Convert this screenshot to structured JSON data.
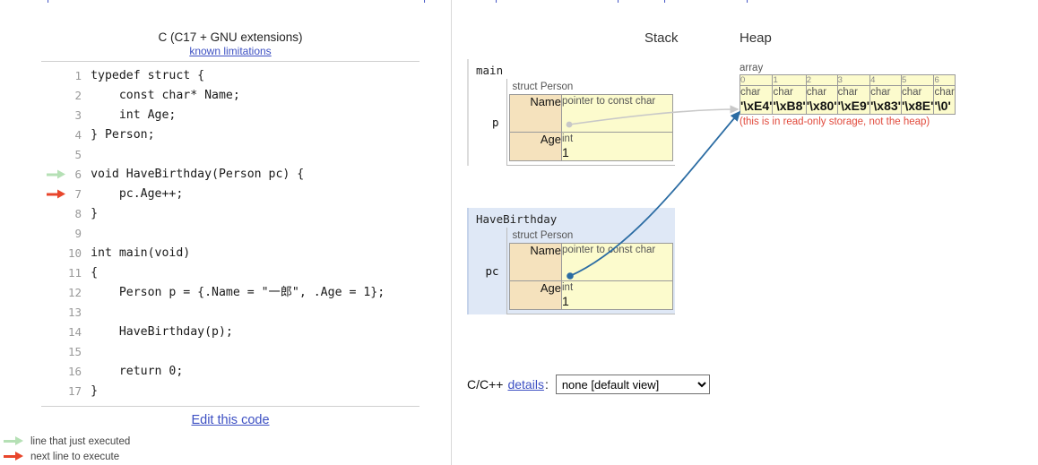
{
  "code_panel": {
    "language_title": "C (C17 + GNU extensions)",
    "known_limitations_link": "known limitations",
    "edit_link": "Edit this code",
    "lines": [
      {
        "n": "1",
        "text": "typedef struct {",
        "marker": "none"
      },
      {
        "n": "2",
        "text": "    const char* Name;",
        "marker": "none"
      },
      {
        "n": "3",
        "text": "    int Age;",
        "marker": "none"
      },
      {
        "n": "4",
        "text": "} Person;",
        "marker": "none"
      },
      {
        "n": "5",
        "text": "",
        "marker": "none"
      },
      {
        "n": "6",
        "text": "void HaveBirthday(Person pc) {",
        "marker": "green"
      },
      {
        "n": "7",
        "text": "    pc.Age++;",
        "marker": "red"
      },
      {
        "n": "8",
        "text": "}",
        "marker": "none"
      },
      {
        "n": "9",
        "text": "",
        "marker": "none"
      },
      {
        "n": "10",
        "text": "int main(void)",
        "marker": "none"
      },
      {
        "n": "11",
        "text": "{",
        "marker": "none"
      },
      {
        "n": "12",
        "text": "    Person p = {.Name = \"一郎\", .Age = 1};",
        "marker": "none"
      },
      {
        "n": "13",
        "text": "",
        "marker": "none"
      },
      {
        "n": "14",
        "text": "    HaveBirthday(p);",
        "marker": "none"
      },
      {
        "n": "15",
        "text": "",
        "marker": "none"
      },
      {
        "n": "16",
        "text": "    return 0;",
        "marker": "none"
      },
      {
        "n": "17",
        "text": "}",
        "marker": "none"
      }
    ],
    "legend": [
      {
        "marker": "green",
        "label": "line that just executed"
      },
      {
        "marker": "red",
        "label": "next line to execute"
      }
    ]
  },
  "viz": {
    "stack_label": "Stack",
    "heap_label": "Heap",
    "frames": [
      {
        "id": "main",
        "active": false,
        "vars": [
          {
            "name": "p",
            "struct_title": "struct Person",
            "fields": [
              {
                "name": "Name",
                "type": "pointer to const char",
                "value": ""
              },
              {
                "name": "Age",
                "type": "int",
                "value": "1"
              }
            ]
          }
        ]
      },
      {
        "id": "HaveBirthday",
        "active": true,
        "vars": [
          {
            "name": "pc",
            "struct_title": "struct Person",
            "fields": [
              {
                "name": "Name",
                "type": "pointer to const char",
                "value": ""
              },
              {
                "name": "Age",
                "type": "int",
                "value": "1"
              }
            ]
          }
        ]
      }
    ],
    "heap_objects": [
      {
        "name": "array",
        "note": "(this is in read-only storage, not the heap)",
        "elements": [
          {
            "index": "0",
            "type": "char",
            "value": "'\\xE4'"
          },
          {
            "index": "1",
            "type": "char",
            "value": "'\\xB8'"
          },
          {
            "index": "2",
            "type": "char",
            "value": "'\\x80'"
          },
          {
            "index": "3",
            "type": "char",
            "value": "'\\xE9'"
          },
          {
            "index": "4",
            "type": "char",
            "value": "'\\x83'"
          },
          {
            "index": "5",
            "type": "char",
            "value": "'\\x8E'"
          },
          {
            "index": "6",
            "type": "char",
            "value": "'\\0'"
          }
        ]
      }
    ],
    "details": {
      "prefix": "C/C++",
      "link": "details",
      "colon": ":",
      "selected_option": "none [default view]",
      "options": [
        "none [default view]"
      ]
    }
  },
  "colors": {
    "arrow_active": "#2b6ca3",
    "arrow_inactive": "#c8c8c8",
    "marker_green": "#b5e0b5",
    "marker_red": "#e8462c",
    "struct_field_bg": "#f5e2bd",
    "struct_value_bg": "#fcfbcd",
    "active_frame_bg": "#dfe8f6",
    "link": "#3d50c3",
    "readonly_note": "#e14a3c"
  }
}
